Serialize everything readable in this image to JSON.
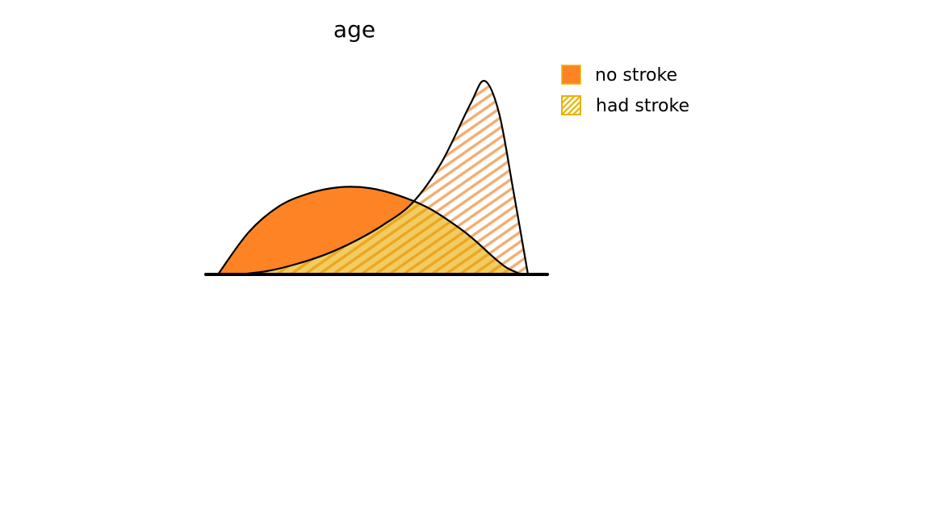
{
  "chart_data": {
    "type": "area",
    "title": "age",
    "xlabel": "",
    "ylabel": "",
    "x_axis_ticks": false,
    "y_axis": false,
    "grid": false,
    "legend_placement": "top-right",
    "x": [
      0,
      0.1,
      0.2,
      0.3,
      0.4,
      0.5,
      0.6,
      0.7,
      0.8,
      0.85,
      0.9,
      0.95,
      1.0
    ],
    "series": [
      {
        "name": "no stroke",
        "color": "#fd8325",
        "fill": "solid",
        "values": [
          0.0,
          0.48,
          0.78,
          0.93,
          1.0,
          0.99,
          0.9,
          0.75,
          0.52,
          0.38,
          0.22,
          0.08,
          0.0
        ]
      },
      {
        "name": "had stroke",
        "color": "#e8b400",
        "fill": "hatched",
        "values": [
          0.0,
          0.04,
          0.12,
          0.23,
          0.38,
          0.57,
          0.82,
          1.28,
          1.95,
          2.22,
          1.85,
          0.95,
          0.0
        ]
      }
    ]
  }
}
